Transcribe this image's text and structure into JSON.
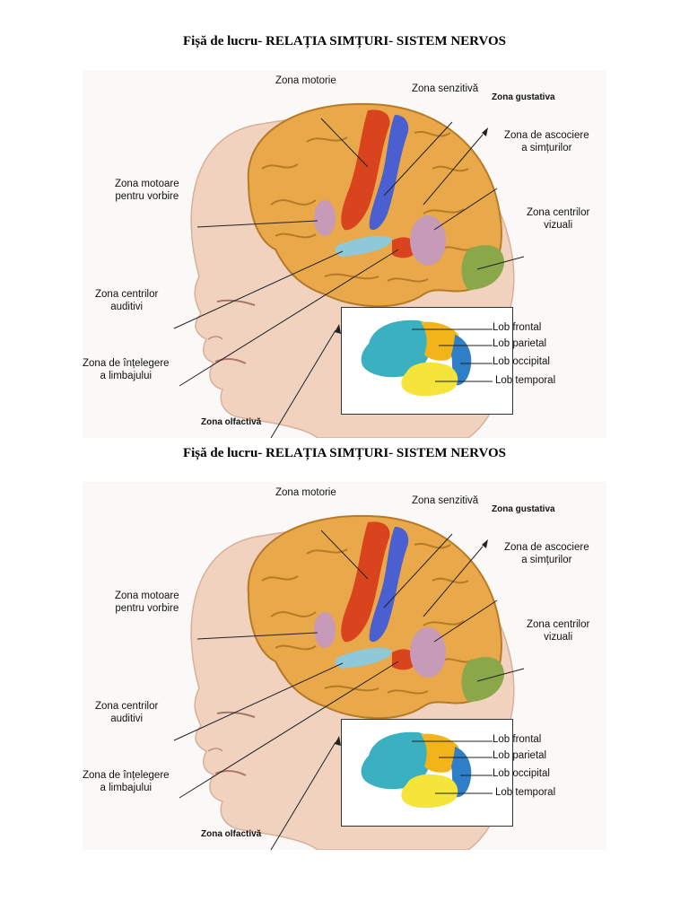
{
  "sheets": [
    {
      "title": "Fișă de lucru- RELAȚIA SIMȚURI- SISTEM NERVOS",
      "labels": {
        "motor_zone": "Zona motorie",
        "sensory_zone": "Zona senzitivă",
        "taste_zone": "Zona gustativa",
        "association_zone_1": "Zona de ascociere",
        "association_zone_2": "a simțurilor",
        "speech_motor_1": "Zona motoare",
        "speech_motor_2": "pentru vorbire",
        "visual_1": "Zona centrilor",
        "visual_2": "vizuali",
        "auditory_1": "Zona centrilor",
        "auditory_2": "auditivi",
        "language_1": "Zona de înțelegere",
        "language_2": "a limbajului",
        "olfactory_zone": "Zona olfactivă"
      },
      "lobes": {
        "frontal": "Lob frontal",
        "parietal": "Lob parietal",
        "occipital": "Lob occipital",
        "temporal": "Lob temporal"
      }
    },
    {
      "title": "Fișă de lucru- RELAȚIA SIMȚURI- SISTEM NERVOS",
      "labels": {
        "motor_zone": "Zona motorie",
        "sensory_zone": "Zona senzitivă",
        "taste_zone": "Zona gustativa",
        "association_zone_1": "Zona de ascociere",
        "association_zone_2": "a simțurilor",
        "speech_motor_1": "Zona motoare",
        "speech_motor_2": "pentru vorbire",
        "visual_1": "Zona centrilor",
        "visual_2": "vizuali",
        "auditory_1": "Zona centrilor",
        "auditory_2": "auditivi",
        "language_1": "Zona de înțelegere",
        "language_2": "a limbajului",
        "olfactory_zone": "Zona olfactivă"
      },
      "lobes": {
        "frontal": "Lob frontal",
        "parietal": "Lob parietal",
        "occipital": "Lob occipital",
        "temporal": "Lob temporal"
      }
    }
  ],
  "colors": {
    "brain": "#e9a84a",
    "motor": "#d9441e",
    "sensory": "#4a5fd0",
    "auditory": "#8fc8d8",
    "association": "#c79ab8",
    "visual": "#8aa84a",
    "skin": "#f0d2bf",
    "frontal_lobe": "#3bb0c0",
    "parietal_lobe": "#f2b418",
    "occipital_lobe": "#2f7fc8",
    "temporal_lobe": "#f5e43a"
  }
}
